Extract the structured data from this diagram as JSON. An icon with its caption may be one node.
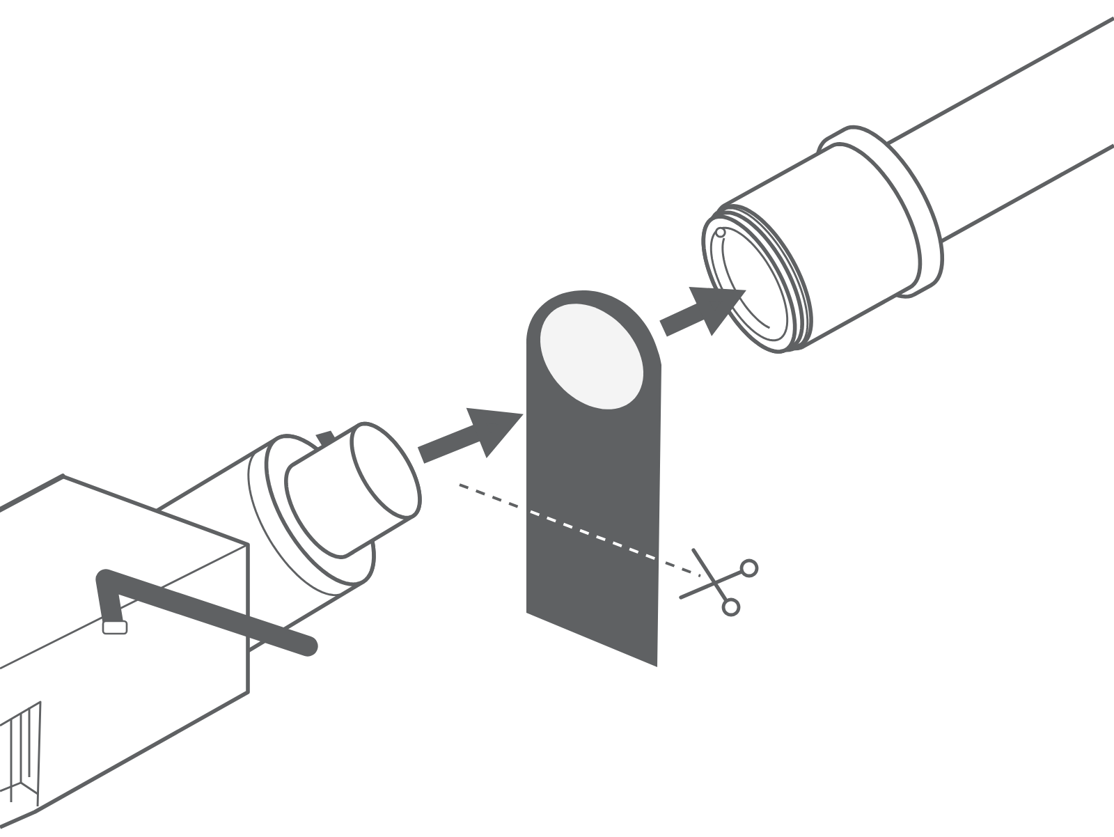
{
  "diagram": {
    "nodes": [
      {
        "text": [],
        "shape": "picture"
      },
      {
        "text": [],
        "shape": "tag"
      },
      {
        "text": [],
        "shape": "picture"
      }
    ],
    "edges": [
      {
        "from": 0,
        "to": 1,
        "arrow": "to"
      },
      {
        "from": 1,
        "to": 2,
        "arrow": "to"
      }
    ]
  }
}
